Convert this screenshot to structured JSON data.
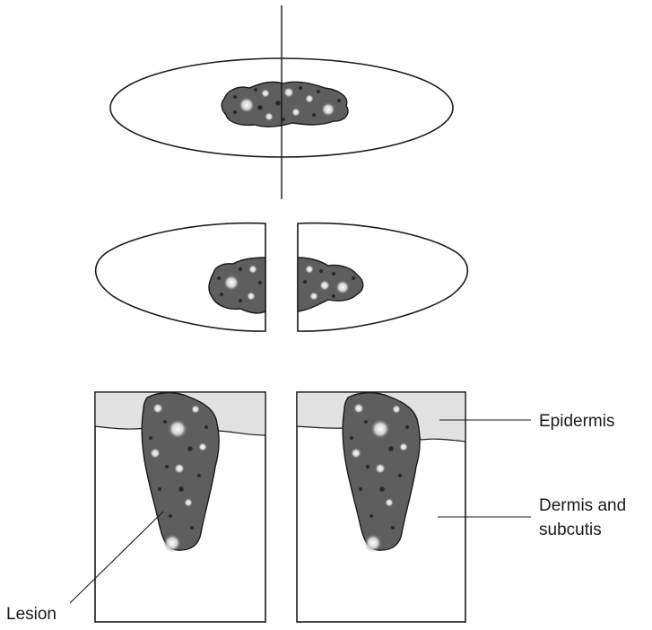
{
  "labels": {
    "epidermis": "Epidermis",
    "dermis_line1": "Dermis and",
    "dermis_line2": "subcutis",
    "lesion": "Lesion"
  },
  "colors": {
    "lesion_fill": "#5e5e5e",
    "epidermis_fill": "#e2e2e2",
    "outline": "#1a1a1a",
    "dot_light": "#ffffff",
    "dot_dark": "#1e1e1e"
  }
}
